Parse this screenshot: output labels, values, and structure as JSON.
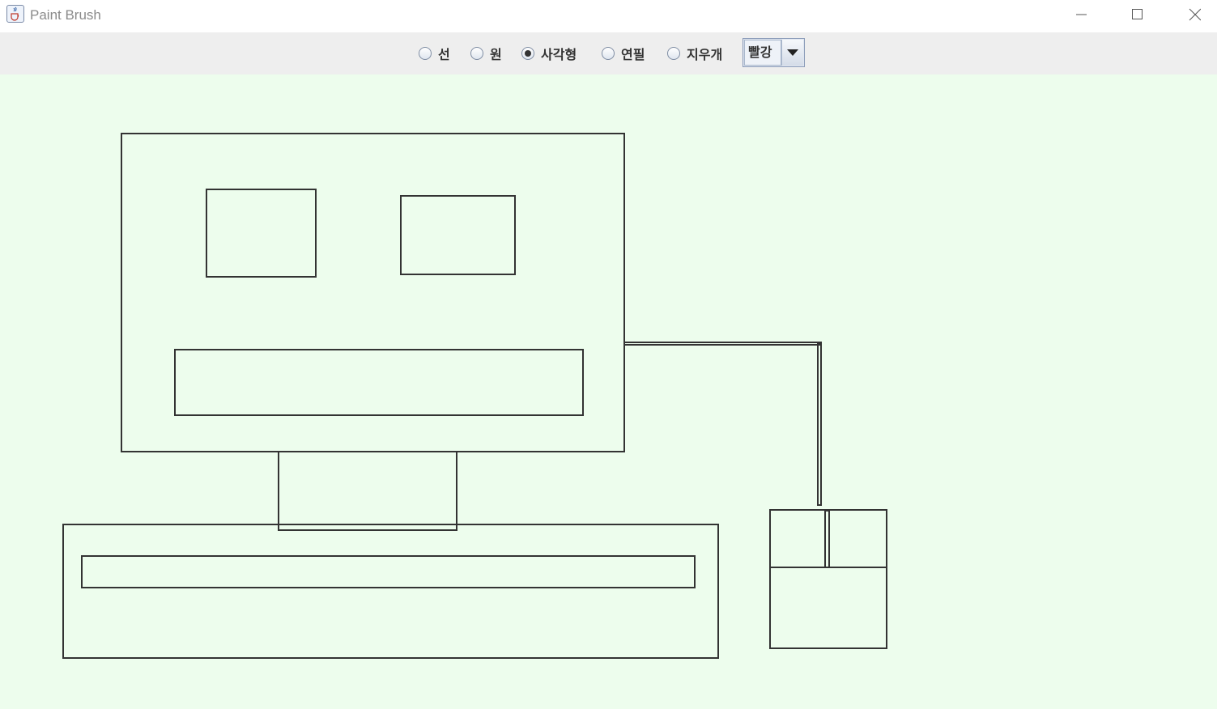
{
  "window": {
    "title": "Paint Brush",
    "app_icon": "java-cup-icon",
    "controls": [
      "minimize-icon",
      "maximize-icon",
      "close-icon"
    ]
  },
  "toolbar": {
    "tools": [
      {
        "label": "선",
        "checked": false
      },
      {
        "label": "원",
        "checked": false
      },
      {
        "label": "사각형",
        "checked": true
      },
      {
        "label": "연필",
        "checked": false
      },
      {
        "label": "지우개",
        "checked": false
      }
    ],
    "color_select": {
      "selected": "빨강"
    }
  },
  "canvas": {
    "background": "#edfded",
    "stroke_color": "#333333"
  }
}
